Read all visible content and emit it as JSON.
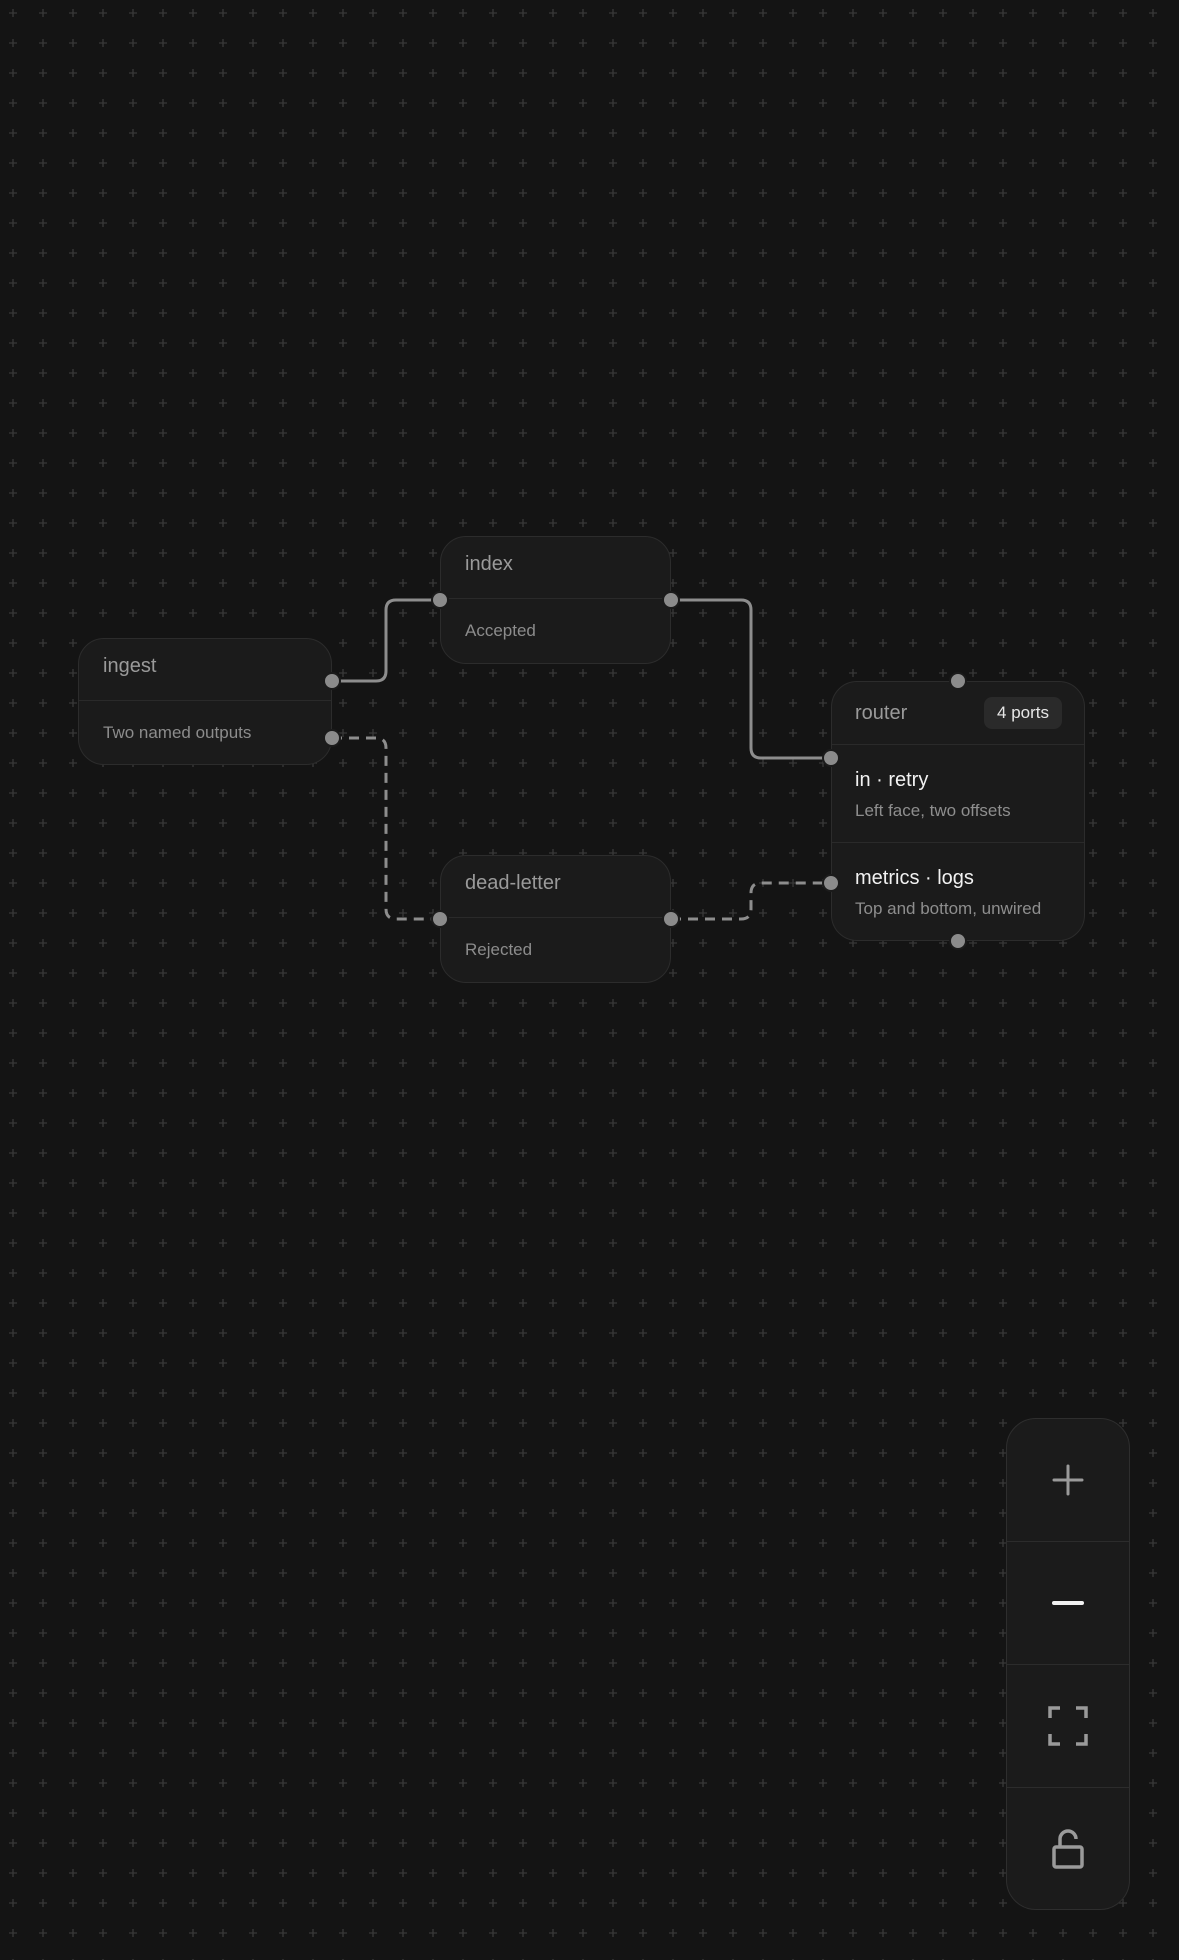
{
  "nodes": {
    "ingest": {
      "title": "ingest",
      "subtitle": "Two named outputs"
    },
    "index": {
      "title": "index",
      "subtitle": "Accepted"
    },
    "dead_letter": {
      "title": "dead-letter",
      "subtitle": "Rejected"
    },
    "router": {
      "title": "router",
      "badge": "4 ports",
      "rows": [
        {
          "title": "in · retry",
          "subtitle": "Left face, two offsets"
        },
        {
          "title": "metrics · logs",
          "subtitle": "Top and bottom, unwired"
        }
      ]
    }
  },
  "edges": [
    {
      "from": "ingest",
      "to": "index",
      "style": "solid"
    },
    {
      "from": "ingest",
      "to": "dead-letter",
      "style": "dashed"
    },
    {
      "from": "index",
      "to": "router",
      "style": "solid"
    },
    {
      "from": "dead-letter",
      "to": "router",
      "style": "dashed"
    }
  ],
  "controls": {
    "zoom_in": "plus-icon",
    "zoom_out": "minus-icon",
    "fit_view": "fit-view-icon",
    "lock": "unlock-icon"
  },
  "colors": {
    "background": "#141414",
    "node": "#1b1b1b",
    "edge": "#8b8b8b",
    "grid": "#3a3a3a"
  }
}
